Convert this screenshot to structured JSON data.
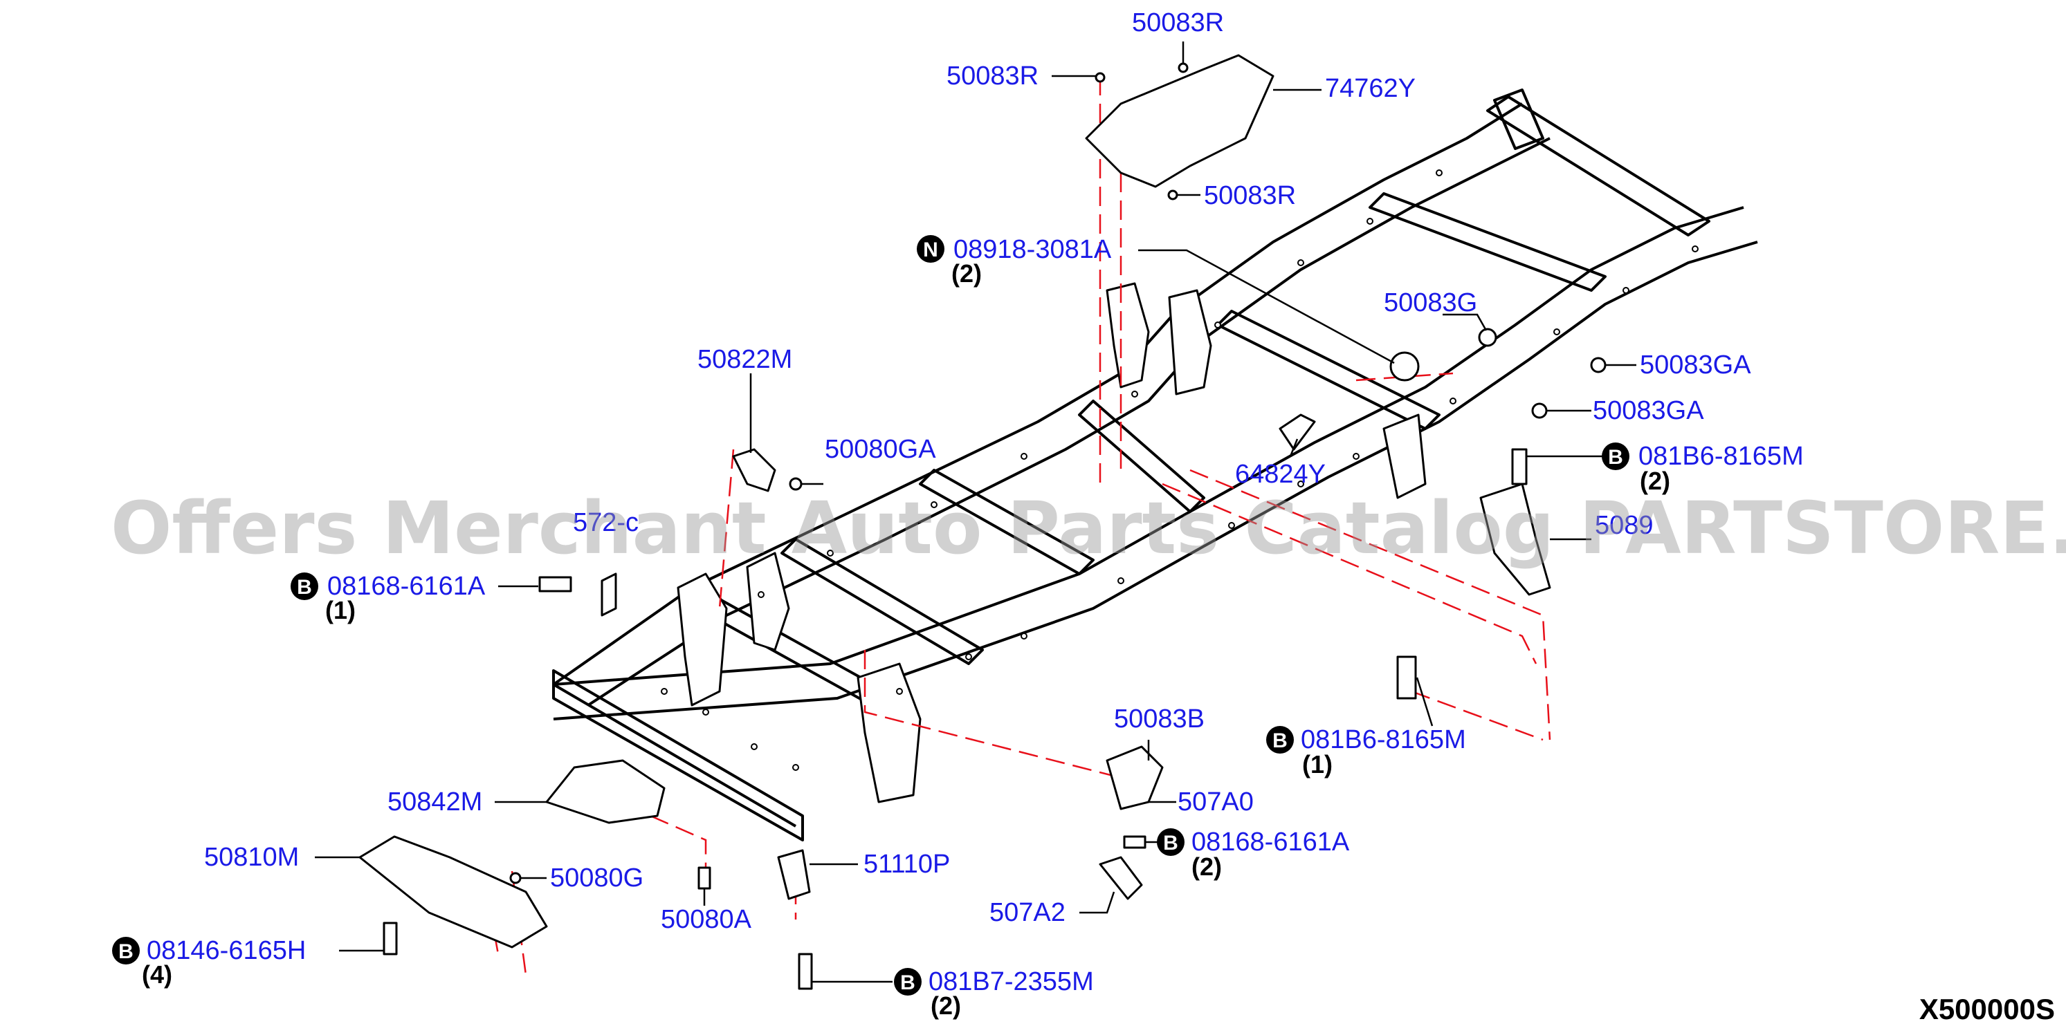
{
  "labels": {
    "p50083R_top": "50083R",
    "p50083R_left": "50083R",
    "p74762Y": "74762Y",
    "p50083R_bottom": "50083R",
    "p08918": "08918-3081A",
    "p08918_qty": "(2)",
    "p50083G": "50083G",
    "p50083GA_1": "50083GA",
    "p50083GA_2": "50083GA",
    "p081B6_top": "081B6-8165M",
    "p081B6_top_qty": "(2)",
    "p50822M": "50822M",
    "p50080GA": "50080GA",
    "p64824Y": "64824Y",
    "p572": "572­­-c",
    "p08168_left": "08168-6161A",
    "p08168_left_qty": "(1)",
    "p5089": "5089",
    "p081B6_mid": "081B6-8165M",
    "p081B6_mid_qty": "(1)",
    "p50083B": "50083B",
    "p50842M": "50842M",
    "p507A0": "507A0",
    "p08168_right": "08168-6161A",
    "p08168_right_qty": "(2)",
    "p50810M": "50810M",
    "p50080G": "50080G",
    "p51110P": "51110P",
    "p50080A": "50080A",
    "p507A2": "507A2",
    "p08146": "08146-6165H",
    "p08146_qty": "(4)",
    "p081B7": "081B7-2355M",
    "p081B7_qty": "(2)"
  },
  "badges": {
    "bolt": "B",
    "nut": "N"
  },
  "diagram_code": "X500000S",
  "watermark": "Offers Merchant Auto Parts Catalog PARTSTORE.SA",
  "colors": {
    "label": "#1a1ae6",
    "dash": "#e8101a",
    "line": "#000000"
  }
}
